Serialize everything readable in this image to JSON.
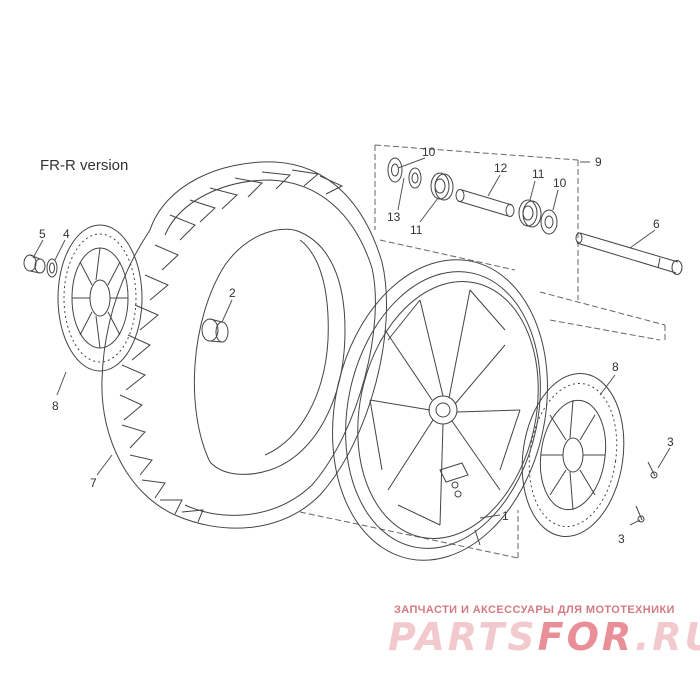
{
  "version_label": "FR-R version",
  "callouts": [
    {
      "id": "c10a",
      "text": "10"
    },
    {
      "id": "c9",
      "text": "9"
    },
    {
      "id": "c12",
      "text": "12"
    },
    {
      "id": "c11a",
      "text": "11"
    },
    {
      "id": "c10b",
      "text": "10"
    },
    {
      "id": "c13",
      "text": "13"
    },
    {
      "id": "c11b",
      "text": "11"
    },
    {
      "id": "c6",
      "text": "6"
    },
    {
      "id": "c5",
      "text": "5"
    },
    {
      "id": "c4",
      "text": "4"
    },
    {
      "id": "c2",
      "text": "2"
    },
    {
      "id": "c8a",
      "text": "8"
    },
    {
      "id": "c7",
      "text": "7"
    },
    {
      "id": "c8b",
      "text": "8"
    },
    {
      "id": "c3a",
      "text": "3"
    },
    {
      "id": "c1",
      "text": "1"
    },
    {
      "id": "c3b",
      "text": "3"
    }
  ],
  "watermark": {
    "tagline": "ЗАПЧАСТИ И АКСЕССУАРЫ ДЛЯ МОТОТЕХНИКИ",
    "logo_part1": "PARTS",
    "logo_part2": "FOR",
    "logo_part3": ".RU"
  },
  "colors": {
    "line": "#444444",
    "watermark": "#e98f98"
  }
}
